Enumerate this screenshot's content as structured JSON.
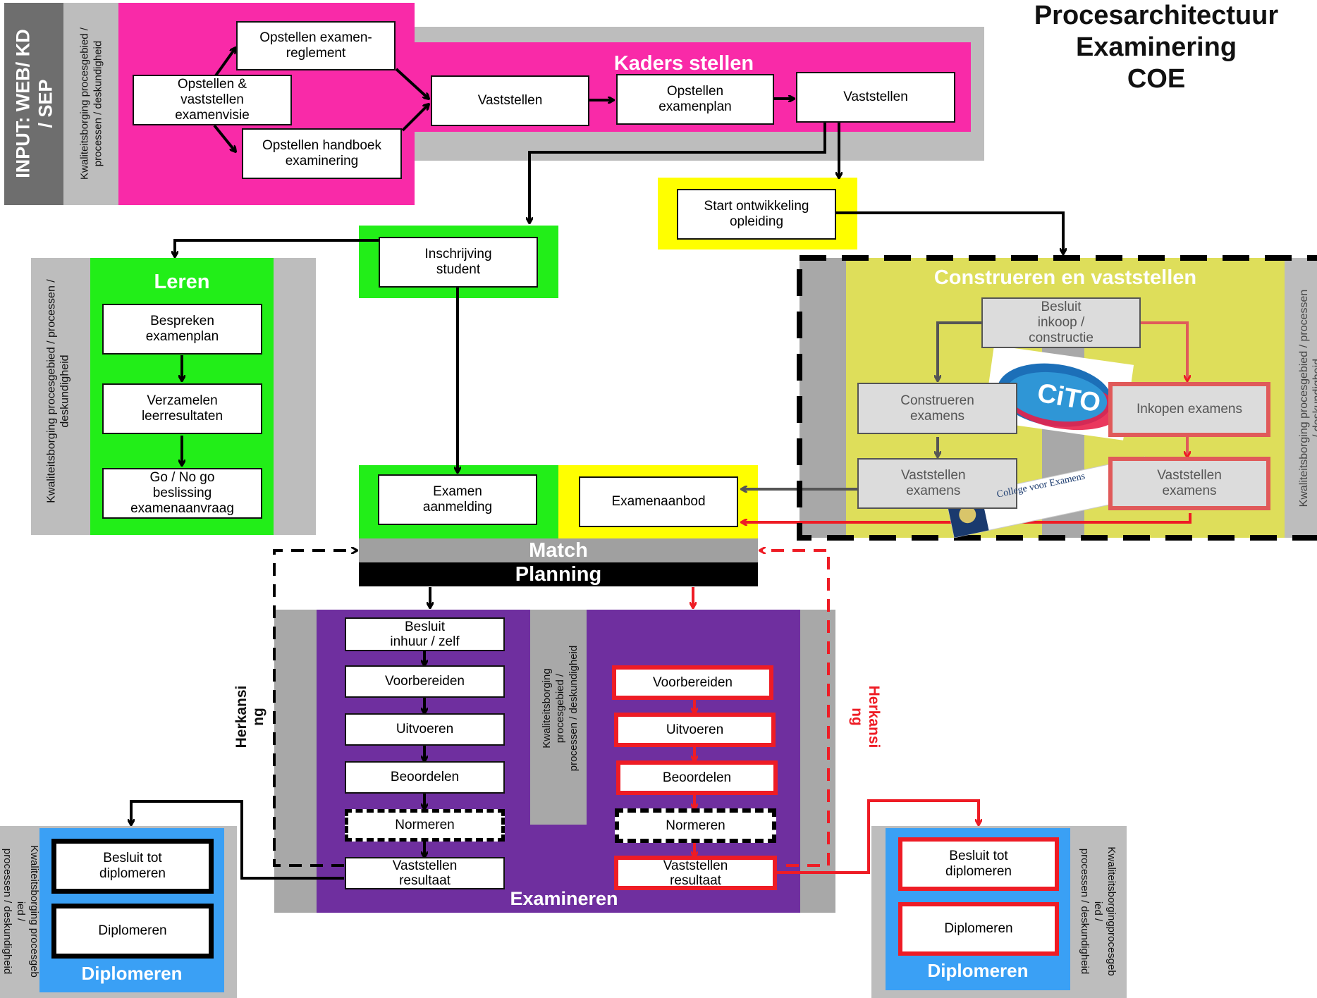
{
  "title": {
    "line1": "Procesarchitectuur",
    "line2": "Examinering",
    "line3": "COE"
  },
  "input_label": "INPUT: WEB/ KD\n/ SEP",
  "kwaliteit_top": "Kwaliteitsborging procesgebied /\nprocessen / deskundigheid",
  "kwaliteit_leren": "Kwaliteitsborging procesgebied / processen /\ndeskundigheid",
  "kwaliteit_construeren": "Kwaliteitsborging procesgebied / processen\n/ deskundigheid",
  "kwaliteit_examineren": "Kwaliteitsborging\nprocesgebied /\nprocessen / deskundigheid",
  "kwaliteit_dipl_left": "Kwaliteitsborging procesgeb\nied /\nprocessen / deskundigheid",
  "kwaliteit_dipl_right": "Kwaliteitsborgingprocesgeb\nied /\nprocessen / deskundigheid",
  "kaders": {
    "title": "Kaders stellen",
    "visie": "Opstellen &\nvaststellen\nexamenvisie",
    "reglement": "Opstellen examen-\nreglement",
    "handboek": "Opstellen handboek\nexaminering",
    "vaststellen1": "Vaststellen",
    "examenplan": "Opstellen\nexamenplan",
    "vaststellen2": "Vaststellen"
  },
  "start_opleiding": "Start ontwikkeling\nopleiding",
  "inschrijving": "Inschrijving\nstudent",
  "leren": {
    "title": "Leren",
    "bespreken": "Bespreken\nexamenplan",
    "verzamelen": "Verzamelen\nleerresultaten",
    "gonogo": "Go / No go\nbeslissing\nexamenaanvraag"
  },
  "construeren": {
    "title": "Construeren en vaststellen",
    "besluit": "Besluit\ninkoop /\nconstructie",
    "construeren": "Construeren\nexamens",
    "inkopen": "Inkopen examens",
    "vaststellen_left": "Vaststellen\nexamens",
    "vaststellen_right": "Vaststellen\nexamens",
    "cito_logo": "CiTO",
    "cve_logo": "College voor Examens"
  },
  "examen_aanmelding": "Examen\naanmelding",
  "examenaanbod": "Examenaanbod",
  "match": "Match",
  "planning": "Planning",
  "herkansing_left": "Herkansi\nng",
  "herkansing_right": "Herkansi\nng",
  "examineren": {
    "title": "Examineren",
    "left": [
      "Besluit\ninhuur / zelf",
      "Voorbereiden",
      "Uitvoeren",
      "Beoordelen",
      "Normeren",
      "Vaststellen\nresultaat"
    ],
    "right": [
      "Voorbereiden",
      "Uitvoeren",
      "Beoordelen",
      "Normeren",
      "Vaststellen\nresultaat"
    ]
  },
  "diplomeren_left": {
    "title": "Diplomeren",
    "besluit": "Besluit tot\ndiplomeren",
    "diplomeren": "Diplomeren"
  },
  "diplomeren_right": {
    "title": "Diplomeren",
    "besluit": "Besluit tot\ndiplomeren",
    "diplomeren": "Diplomeren"
  },
  "colors": {
    "magenta": "#f92aa8",
    "green": "#22ee18",
    "yellow": "#ffff00",
    "olive": "#dede5a",
    "purple": "#6f2f9f",
    "blue": "#3aa0f5",
    "gray": "#bdbdbd",
    "darkgray": "#6e6e6e",
    "red": "#ee1c25"
  }
}
